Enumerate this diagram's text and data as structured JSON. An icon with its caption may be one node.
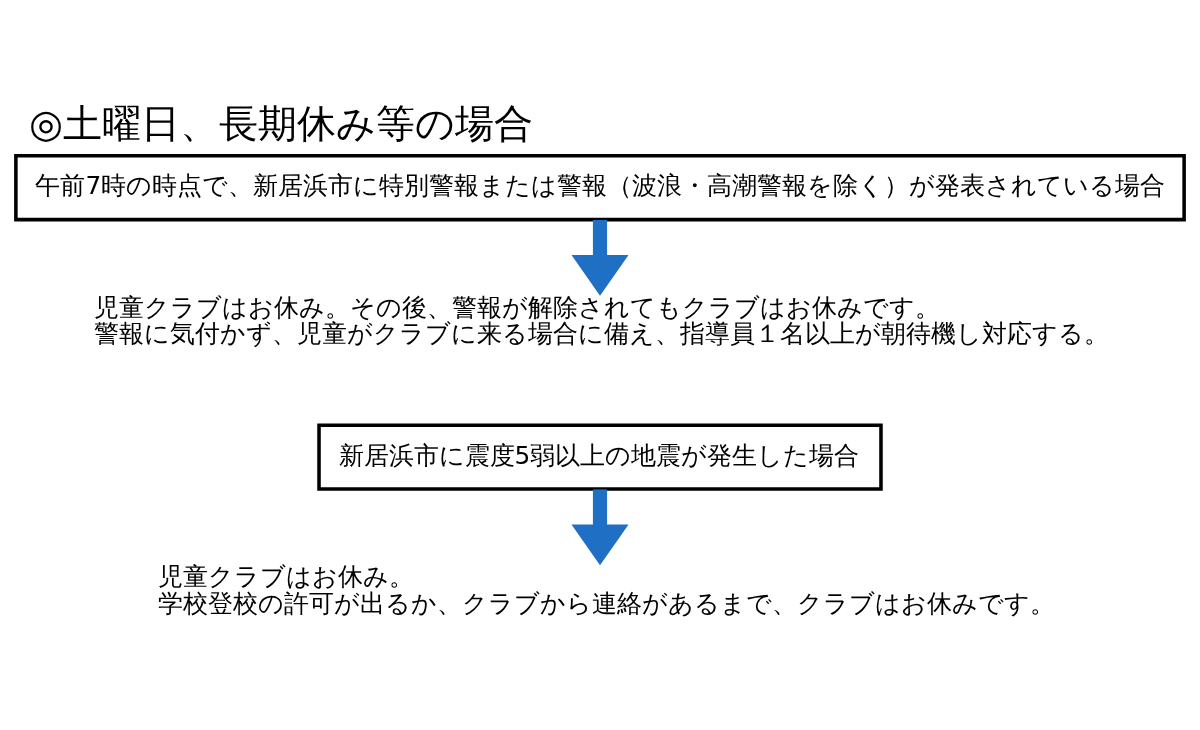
{
  "diagram": {
    "title": "◎土曜日、長期休み等の場合",
    "nodes": [
      {
        "text": [
          "午前7時の時点で、新居浜市に特別警報または警報（波浪・高潮警報を除く）が発表されている場合"
        ]
      },
      {
        "text": [
          "児童クラブはお休み。その後、警報が解除されてもクラブはお休みです。",
          "警報に気付かず、児童がクラブに来る場合に備え、指導員１名以上が朝待機し対応する。"
        ]
      },
      {
        "text": [
          "新居浜市に震度5弱以上の地震が発生した場合"
        ]
      },
      {
        "text": [
          "児童クラブはお休み。",
          "学校登校の許可が出るか、クラブから連絡があるまで、クラブはお休みです。"
        ]
      }
    ],
    "edges": [
      {
        "from": 0,
        "to": 1,
        "arrow": "to"
      },
      {
        "from": 2,
        "to": 3,
        "arrow": "to"
      }
    ]
  }
}
